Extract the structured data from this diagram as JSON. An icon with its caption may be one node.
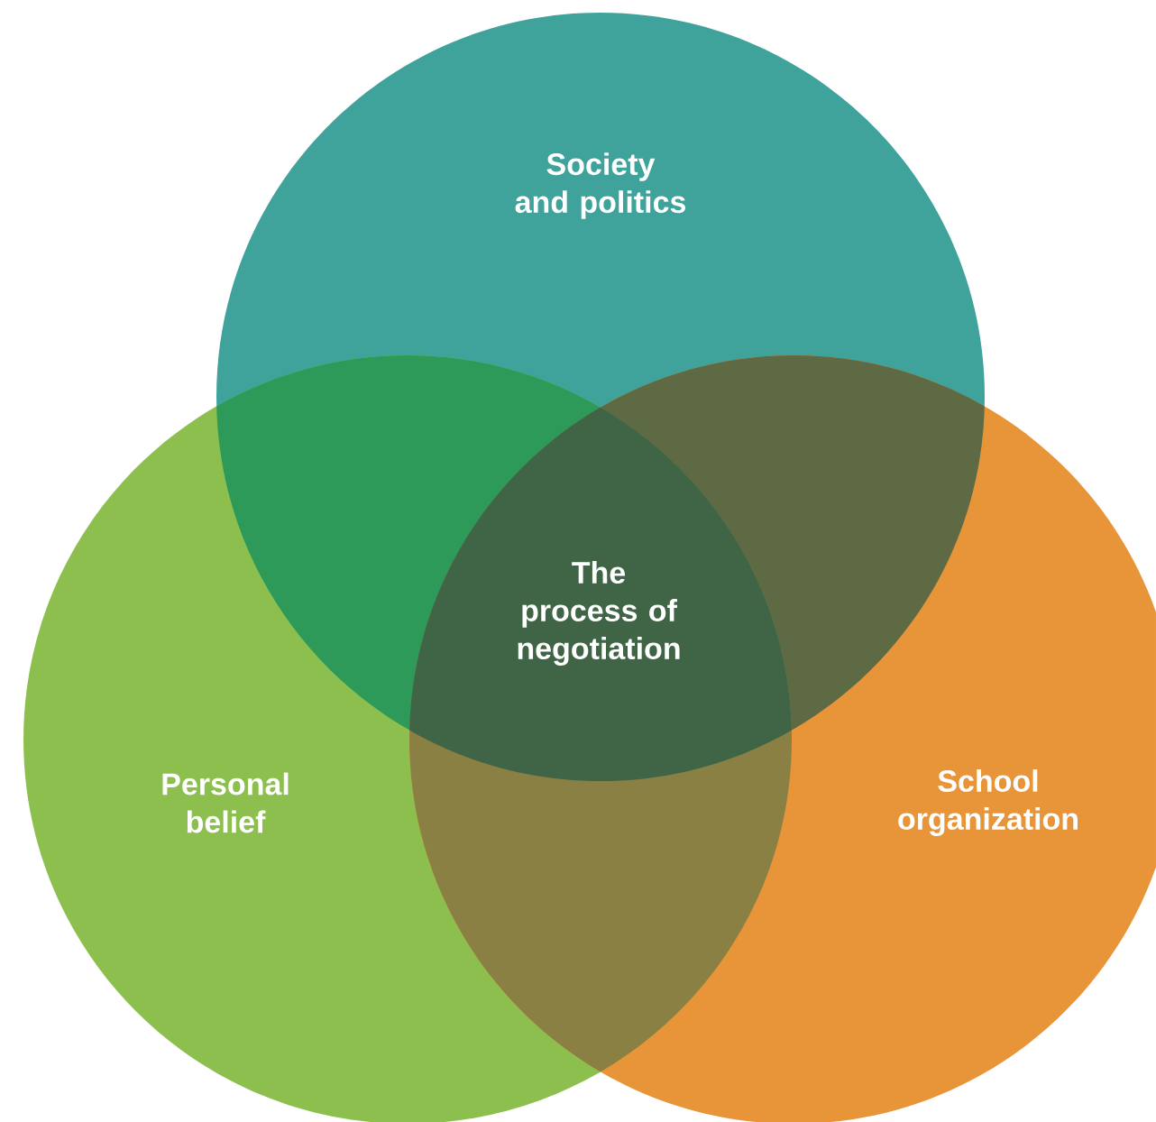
{
  "diagram": {
    "nodes": [
      {
        "text": [
          "Society and politics"
        ]
      },
      {
        "text": [
          "Personal belief"
        ]
      },
      {
        "text": [
          "School organization"
        ]
      },
      {
        "text": [
          "The process of negotiation"
        ]
      }
    ]
  }
}
